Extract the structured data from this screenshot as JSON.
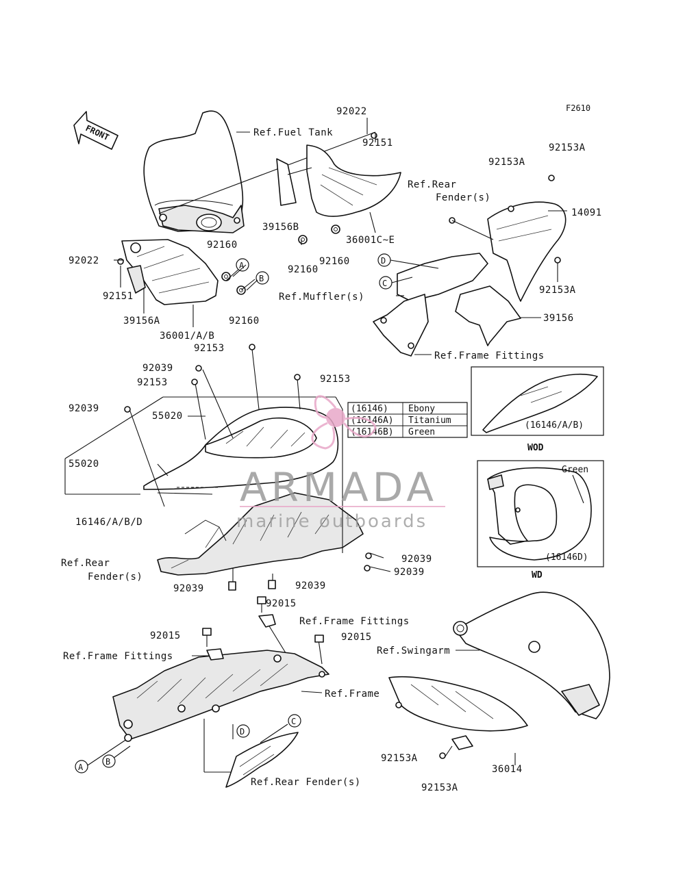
{
  "figure_code": "F2610",
  "direction_arrow": {
    "label": "FRONT",
    "icon": "front-arrow-icon"
  },
  "callouts": {
    "p92022_top": "92022",
    "p92151_top": "92151",
    "ref_fuel_tank": "Ref.Fuel Tank",
    "p39156B": "39156B",
    "p36001C_E": "36001C~E",
    "p92160_a": "92160",
    "p92160_b": "92160",
    "ref_rear_fender_top_1": "Ref.Rear",
    "ref_rear_fender_top_2": "Fender(s)",
    "p92153A_a": "92153A",
    "p92153A_b": "92153A",
    "p14091": "14091",
    "p92153A_c": "92153A",
    "p92022_left": "92022",
    "p92151_left": "92151",
    "p39156A": "39156A",
    "p36001_AB": "36001/A/B",
    "p92160_c": "92160",
    "p92160_d": "92160",
    "ref_muffler": "Ref.Muffler(s)",
    "p39156": "39156",
    "ref_frame_fittings_top": "Ref.Frame Fittings",
    "p92153_a": "92153",
    "p92039_a": "92039",
    "p92153_b": "92153",
    "p92153_c": "92153",
    "p92039_b": "92039",
    "p55020_a": "55020",
    "p55020_b": "55020",
    "p16146_ABD": "16146/A/B/D",
    "ref_rear_fender_mid_1": "Ref.Rear",
    "ref_rear_fender_mid_2": "Fender(s)",
    "p92039_c": "92039",
    "p92039_d": "92039",
    "p92039_e": "92039",
    "p92039_f": "92039",
    "p92015_a": "92015",
    "ref_frame_fittings_mid": "Ref.Frame Fittings",
    "p92015_b": "92015",
    "p92015_c": "92015",
    "ref_frame_fittings_low": "Ref.Frame Fittings",
    "ref_swingarm": "Ref.Swingarm",
    "ref_frame": "Ref.Frame",
    "ref_rear_fender_low": "Ref.Rear Fender(s)",
    "p92153A_d": "92153A",
    "p92153A_e": "92153A",
    "p36014": "36014"
  },
  "markers": {
    "A_top": "A",
    "B_top": "B",
    "C_top": "C",
    "D_top": "D",
    "A_low": "A",
    "B_low": "B",
    "C_low": "C",
    "D_low": "D"
  },
  "color_table": {
    "rows": [
      {
        "code": "(16146)",
        "color": "Ebony"
      },
      {
        "code": "(16146A)",
        "color": "Titanium"
      },
      {
        "code": "(16146B)",
        "color": "Green"
      }
    ]
  },
  "insets": {
    "wod": {
      "code": "(16146/A/B)",
      "caption": "WOD"
    },
    "wd": {
      "code": "(16146D)",
      "note": "Green",
      "caption": "WD"
    }
  },
  "watermark": {
    "title": "ARMADA",
    "subtitle": "marine outboards",
    "accent": "#e8a8c8"
  },
  "colors": {
    "ink": "#111111",
    "background": "#ffffff",
    "watermark_gray": "#9a9a9a",
    "watermark_pink": "#e8a8c8"
  }
}
